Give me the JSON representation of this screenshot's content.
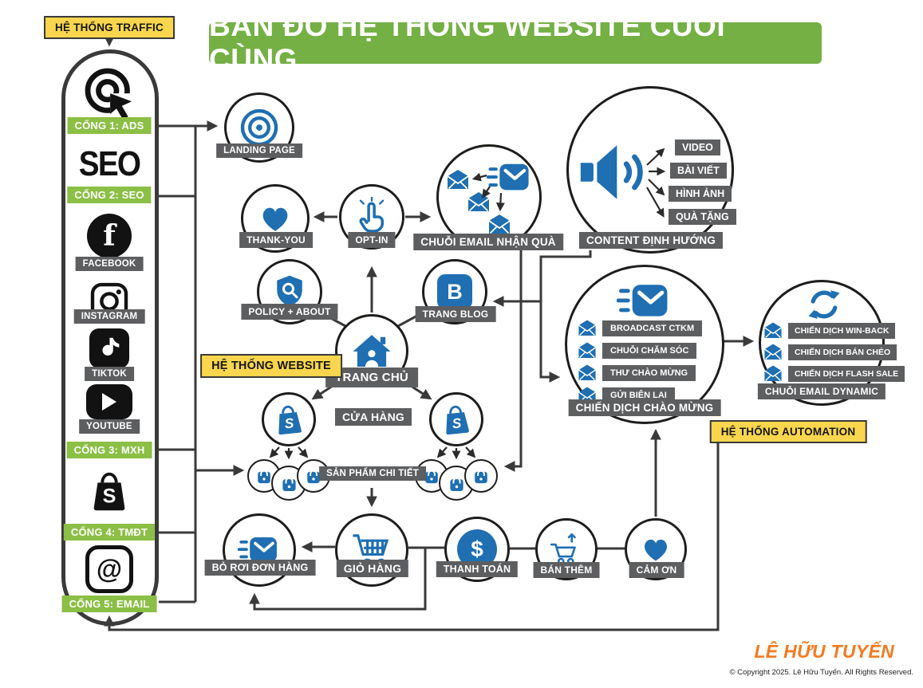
{
  "title": "BẢN ĐỒ HỆ THỐNG WEBSITE CUỐI CÙNG",
  "traffic_panel": {
    "header": "HỆ THỐNG TRAFFIC",
    "gate1": "CỔNG 1: ADS",
    "seo_text": "SEO",
    "gate2": "CỔNG 2: SEO",
    "facebook": "FACEBOOK",
    "instagram": "INSTAGRAM",
    "tiktok": "TIKTOK",
    "youtube": "YOUTUBE",
    "gate3": "CỔNG 3: MXH",
    "gate4": "CỔNG 4: TMĐT",
    "gate5": "CỔNG 5: EMAIL",
    "facebook_letter": "f",
    "shopee_letter": "S",
    "email_at": "@"
  },
  "funnel": {
    "landing": "LANDING PAGE",
    "thank_you": "THANK-YOU",
    "opt_in": "OPT-IN",
    "email_gift": "CHUỖI EMAIL NHẬN QUÀ"
  },
  "content": {
    "label": "CONTENT ĐỊNH HƯỚNG",
    "items": [
      "VIDEO",
      "BÀI VIẾT",
      "HÌNH ẢNH",
      "QUÀ TẶNG"
    ]
  },
  "website": {
    "system_label": "HỆ THỐNG WEBSITE",
    "policy": "POLICY + ABOUT",
    "blog": "TRANG BLOG",
    "home": "TRANG CHỦ",
    "store": "CỬA HÀNG",
    "product_detail": "SẢN PHẨM CHI TIẾT",
    "blogger_letter": "B",
    "shopify_letter": "S"
  },
  "automation": {
    "system_label": "HỆ THỐNG AUTOMATION",
    "welcome": {
      "label": "CHIẾN DỊCH CHÀO MỪNG",
      "items": [
        "BROADCAST CTKM",
        "CHUỖI CHĂM SÓC",
        "THƯ CHÀO MỪNG",
        "GỬI BIÊN LAI"
      ]
    },
    "dynamic": {
      "label": "CHUỖI EMAIL DYNAMIC",
      "items": [
        "CHIẾN DỊCH WIN-BACK",
        "CHIẾN DỊCH BÁN CHÉO",
        "CHIẾN DỊCH FLASH SALE"
      ]
    }
  },
  "checkout_flow": {
    "abandoned": "BỎ RƠI ĐƠN HÀNG",
    "cart": "GIỎ HÀNG",
    "payment": "THANH TOÁN",
    "upsell": "BÁN THÊM",
    "thank": "CẢM ƠN",
    "dollar": "$"
  },
  "footer": {
    "brand": "LÊ HỮU TUYẾN",
    "copyright": "© Copyright 2025. Lê Hữu Tuyến. All Rights Reserved."
  },
  "colors": {
    "accent_blue": "#1f6fb2",
    "green_label": "#8bbf45",
    "title_green": "#74b044",
    "yellow_label": "#f9d64d",
    "gray_label": "#5d5e60",
    "brand_orange": "#f47a1f"
  }
}
